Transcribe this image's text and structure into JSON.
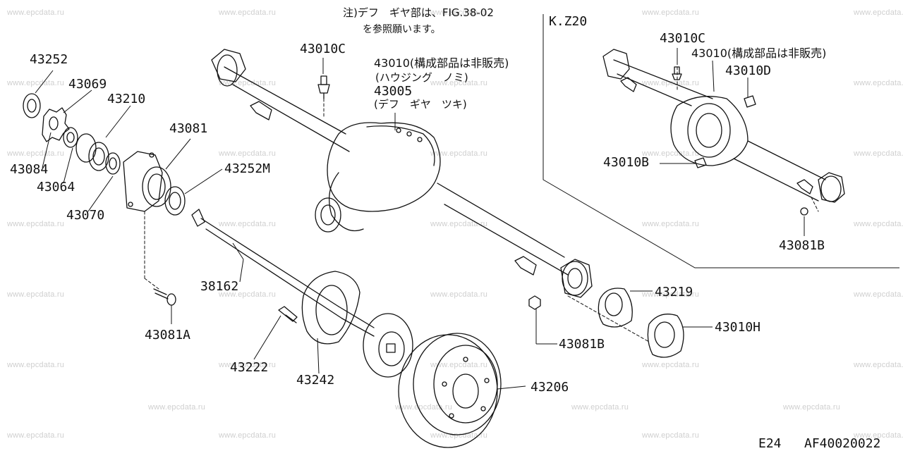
{
  "watermark": "www.epcdata.ru",
  "note": {
    "line1": "注)デフ　ギヤ部は、FIG.38-02",
    "line2": "を参照願います。"
  },
  "variant": "K.Z20",
  "labels": {
    "p43252": "43252",
    "p43069": "43069",
    "p43210": "43210",
    "p43081": "43081",
    "p43084": "43084",
    "p43064": "43064",
    "p43070": "43070",
    "p43252m": "43252M",
    "p43081a": "43081A",
    "p38162": "38162",
    "p43222": "43222",
    "p43242": "43242",
    "p43206": "43206",
    "p43010c": "43010C",
    "p43010": "43010(構成部品は非販売)",
    "p43010_sub": "(ハウジング　ノミ)",
    "p43005": "43005",
    "p43005_sub": "(デフ　ギヤ　ツキ)",
    "p43219": "43219",
    "p43010h": "43010H",
    "p43081b": "43081B",
    "kz_43010c": "43010C",
    "kz_43010": "43010(構成部品は非販売)",
    "kz_43010d": "43010D",
    "kz_43010b": "43010B",
    "kz_43081b": "43081B"
  },
  "footer": {
    "page": "E24",
    "code": "AF40020022"
  }
}
